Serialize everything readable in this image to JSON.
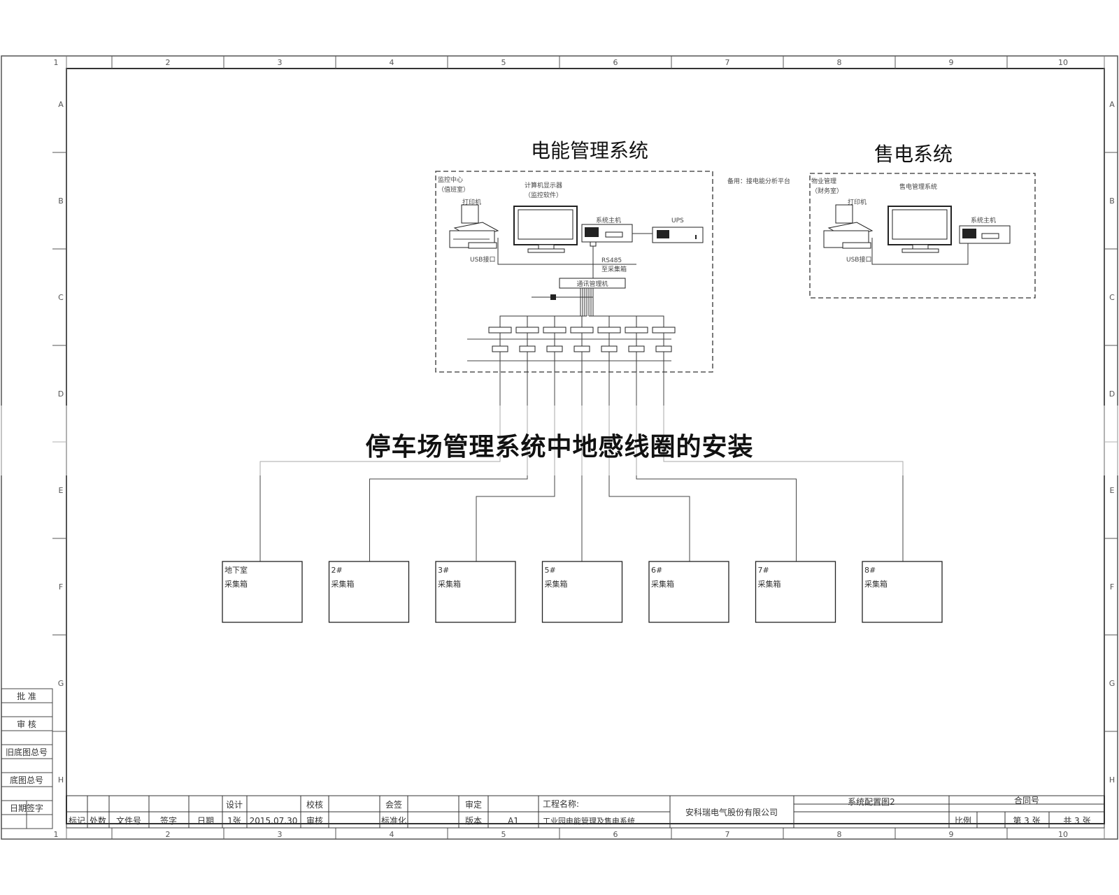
{
  "caption": "停车场管理系统中地感线圈的安装",
  "energy_system": {
    "title": "电能管理系统",
    "monitor_center": [
      "监控中心",
      "（值班室）"
    ],
    "printer_label": "打印机",
    "monitor_label": [
      "计算机显示器",
      "（监控软件）"
    ],
    "host_label": "系统主机",
    "ups_label": "UPS",
    "usb_label": "USB接口",
    "comm_label": [
      "RS485",
      "至采集箱"
    ],
    "switch_label": "通讯管理机",
    "network_note": "备用：接电能分析平台"
  },
  "sale_system": {
    "title": "售电系统",
    "room": [
      "物业管理",
      "（财务室）"
    ],
    "printer_label": "打印机",
    "monitor_label": "售电管理系统",
    "host_label": "系统主机",
    "usb_label": "USB接口"
  },
  "boxes": [
    {
      "line1": "地下室",
      "line2": "采集箱"
    },
    {
      "line1": "2#",
      "line2": "采集箱"
    },
    {
      "line1": "3#",
      "line2": "采集箱"
    },
    {
      "line1": "5#",
      "line2": "采集箱"
    },
    {
      "line1": "6#",
      "line2": "采集箱"
    },
    {
      "line1": "7#",
      "line2": "采集箱"
    },
    {
      "line1": "8#",
      "line2": "采集箱"
    }
  ],
  "frame": {
    "cols": [
      "1",
      "2",
      "3",
      "4",
      "5",
      "6",
      "7",
      "8",
      "9",
      "10"
    ],
    "rows": [
      "A",
      "B",
      "C",
      "D",
      "E",
      "F",
      "G",
      "H"
    ]
  },
  "side_block": [
    "批 准",
    "审 核",
    "旧底图总号",
    "底图总号",
    "日期签字"
  ],
  "title_block": {
    "row1": [
      "标记",
      "处数",
      "文件号",
      "签字",
      "日期"
    ],
    "design": "设计",
    "design_date": "2015.07.30",
    "drawn": "1张",
    "check": "校核",
    "proofread": "审核",
    "sign": "会签",
    "standard": "标准化",
    "approve": "审定",
    "version": "版本",
    "version_value": "A1",
    "project_label": "工程名称:",
    "project_name": "工业园电能管理及售电系统",
    "company": "安科瑞电气股份有限公司",
    "drawing_name": "系统配置图2",
    "contract_label": "合同号",
    "scale_label": "比例",
    "sheet": "第 3 张",
    "total": "共 3 张"
  }
}
